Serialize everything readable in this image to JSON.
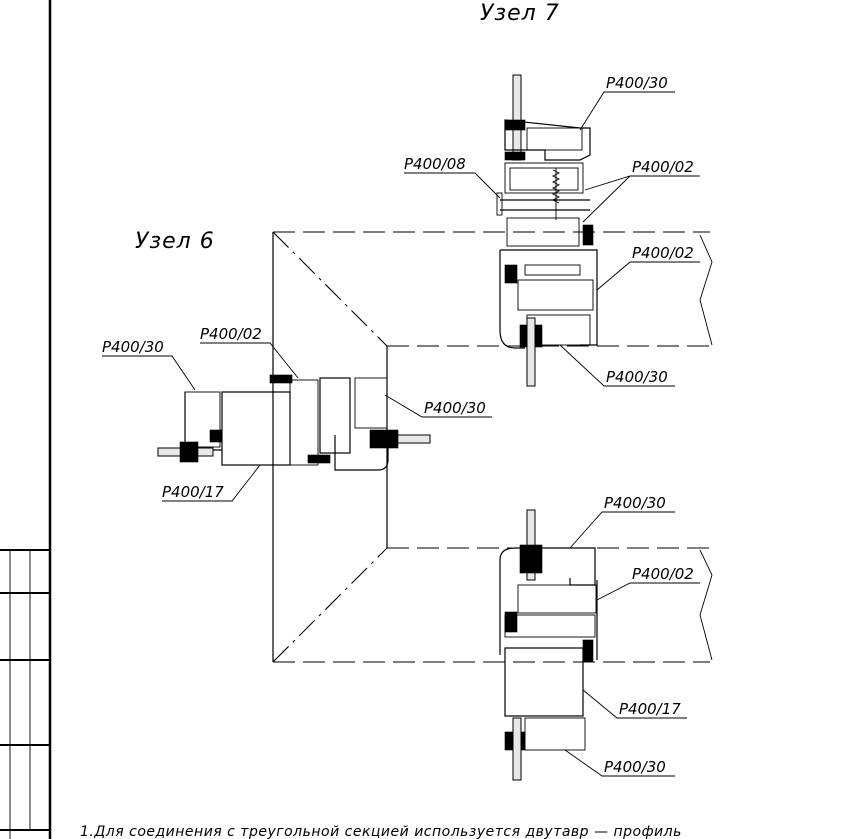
{
  "titles": {
    "node7": "Узел 7",
    "node6": "Узел 6"
  },
  "labels": {
    "top_p30_a": "P400/30",
    "top_p08": "P400/08",
    "top_p02_a": "P400/02",
    "top_p02_b": "P400/02",
    "top_p30_b": "P400/30",
    "left_p30": "P400/30",
    "left_p02": "P400/02",
    "left_p30_right": "P400/30",
    "left_p17": "P400/17",
    "bot_p30_a": "P400/30",
    "bot_p02": "P400/02",
    "bot_p17": "P400/17",
    "bot_p30_b": "P400/30"
  },
  "note": "1.Для соединения с треугольной секцией используется двутавр — профиль"
}
